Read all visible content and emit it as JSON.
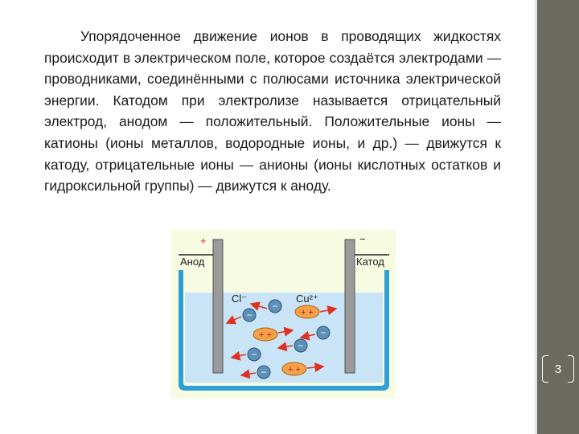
{
  "slide": {
    "paragraph": "Упорядоченное движение ионов в проводящих жидкостях происходит в электрическом поле, которое создаётся электродами — проводниками, соединёнными с полюсами источника электрической энергии. Катодом при электролизе называется отрицательный электрод, анодом — положительный. Положительные ионы — катионы (ионы металлов, водородные ионы, и др.) — движутся к катоду, отрицательные ионы — анионы (ионы кислотных остатков и гидроксильной группы) — движутся к аноду.",
    "page_number": "3"
  },
  "figure": {
    "anode_label": "Анод",
    "cathode_label": "Катод",
    "anode_sign": "+",
    "cathode_sign": "−",
    "anion_label": "Cl⁻",
    "cation_label": "Cu²⁺",
    "anion_charge": "−",
    "cation_charge": "+ +"
  },
  "colors": {
    "side_panel": "#6b6b60",
    "liquid": "#c8e4f6",
    "vessel": "#2f9fd5",
    "anion_fill": "#5d8fb7",
    "cation_fill": "#f3a14a",
    "arrow": "#e03020"
  }
}
